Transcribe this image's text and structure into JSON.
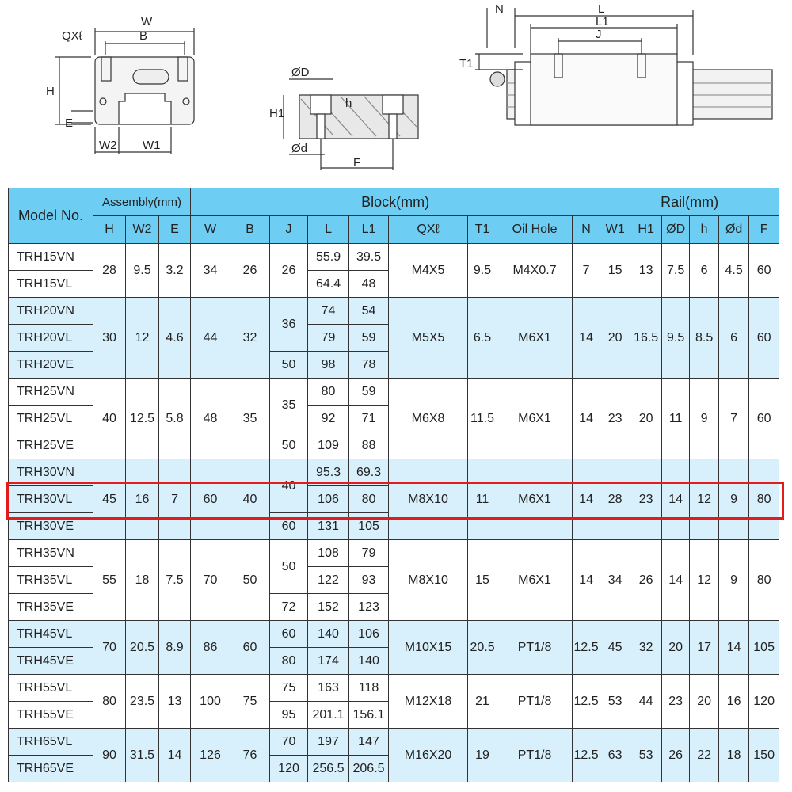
{
  "drawing_labels": {
    "W": "W",
    "B": "B",
    "QXl": "QXℓ",
    "H": "H",
    "E": "E",
    "W2": "W2",
    "W1": "W1",
    "OD": "ØD",
    "H1": "H1",
    "h": "h",
    "Od": "Ød",
    "F": "F",
    "N": "N",
    "L": "L",
    "L1": "L1",
    "J": "J",
    "T1": "T1"
  },
  "table": {
    "model_header": "Model No.",
    "groups": [
      "Assembly(mm)",
      "Block(mm)",
      "Rail(mm)"
    ],
    "columns": [
      "H",
      "W2",
      "E",
      "W",
      "B",
      "J",
      "L",
      "L1",
      "QXℓ",
      "T1",
      "Oil Hole",
      "N",
      "W1",
      "H1",
      "ØD",
      "h",
      "Ød",
      "F"
    ],
    "highlight_color": "#e21b1b",
    "series": [
      {
        "models": [
          "TRH15VN",
          "TRH15VL"
        ],
        "H": "28",
        "W2": "9.5",
        "E": "3.2",
        "W": "34",
        "B": "26",
        "J": [
          [
            "26",
            2
          ]
        ],
        "L": [
          "55.9",
          "64.4"
        ],
        "L1": [
          "39.5",
          "48"
        ],
        "QXl": "M4X5",
        "T1": "9.5",
        "oil": "M4X0.7",
        "N": "7",
        "W1": "15",
        "H1": "13",
        "OD": "7.5",
        "h": "6",
        "Od": "4.5",
        "F": "60"
      },
      {
        "models": [
          "TRH20VN",
          "TRH20VL",
          "TRH20VE"
        ],
        "H": "30",
        "W2": "12",
        "E": "4.6",
        "W": "44",
        "B": "32",
        "J": [
          [
            "36",
            2
          ],
          [
            "50",
            1
          ]
        ],
        "L": [
          "74",
          "79",
          "98"
        ],
        "L1": [
          "54",
          "59",
          "78"
        ],
        "QXl": "M5X5",
        "T1": "6.5",
        "oil": "M6X1",
        "N": "14",
        "W1": "20",
        "H1": "16.5",
        "OD": "9.5",
        "h": "8.5",
        "Od": "6",
        "F": "60"
      },
      {
        "models": [
          "TRH25VN",
          "TRH25VL",
          "TRH25VE"
        ],
        "H": "40",
        "W2": "12.5",
        "E": "5.8",
        "W": "48",
        "B": "35",
        "J": [
          [
            "35",
            2
          ],
          [
            "50",
            1
          ]
        ],
        "L": [
          "80",
          "92",
          "109"
        ],
        "L1": [
          "59",
          "71",
          "88"
        ],
        "QXl": "M6X8",
        "T1": "11.5",
        "oil": "M6X1",
        "N": "14",
        "W1": "23",
        "H1": "20",
        "OD": "11",
        "h": "9",
        "Od": "7",
        "F": "60"
      },
      {
        "models": [
          "TRH30VN",
          "TRH30VL",
          "TRH30VE"
        ],
        "H": "45",
        "W2": "16",
        "E": "7",
        "W": "60",
        "B": "40",
        "J": [
          [
            "40",
            2
          ],
          [
            "60",
            1
          ]
        ],
        "L": [
          "95.3",
          "106",
          "131"
        ],
        "L1": [
          "69.3",
          "80",
          "105"
        ],
        "QXl": "M8X10",
        "T1": "11",
        "oil": "M6X1",
        "N": "14",
        "W1": "28",
        "H1": "23",
        "OD": "14",
        "h": "12",
        "Od": "9",
        "F": "80",
        "highlight": "TRH30VL"
      },
      {
        "models": [
          "TRH35VN",
          "TRH35VL",
          "TRH35VE"
        ],
        "H": "55",
        "W2": "18",
        "E": "7.5",
        "W": "70",
        "B": "50",
        "J": [
          [
            "50",
            2
          ],
          [
            "72",
            1
          ]
        ],
        "L": [
          "108",
          "122",
          "152"
        ],
        "L1": [
          "79",
          "93",
          "123"
        ],
        "QXl": "M8X10",
        "T1": "15",
        "oil": "M6X1",
        "N": "14",
        "W1": "34",
        "H1": "26",
        "OD": "14",
        "h": "12",
        "Od": "9",
        "F": "80"
      },
      {
        "models": [
          "TRH45VL",
          "TRH45VE"
        ],
        "H": "70",
        "W2": "20.5",
        "E": "8.9",
        "W": "86",
        "B": "60",
        "J": [
          [
            "60",
            1
          ],
          [
            "80",
            1
          ]
        ],
        "L": [
          "140",
          "174"
        ],
        "L1": [
          "106",
          "140"
        ],
        "QXl": "M10X15",
        "T1": "20.5",
        "oil": "PT1/8",
        "N": "12.5",
        "W1": "45",
        "H1": "32",
        "OD": "20",
        "h": "17",
        "Od": "14",
        "F": "105"
      },
      {
        "models": [
          "TRH55VL",
          "TRH55VE"
        ],
        "H": "80",
        "W2": "23.5",
        "E": "13",
        "W": "100",
        "B": "75",
        "J": [
          [
            "75",
            1
          ],
          [
            "95",
            1
          ]
        ],
        "L": [
          "163",
          "201.1"
        ],
        "L1": [
          "118",
          "156.1"
        ],
        "QXl": "M12X18",
        "T1": "21",
        "oil": "PT1/8",
        "N": "12.5",
        "W1": "53",
        "H1": "44",
        "OD": "23",
        "h": "20",
        "Od": "16",
        "F": "120"
      },
      {
        "models": [
          "TRH65VL",
          "TRH65VE"
        ],
        "H": "90",
        "W2": "31.5",
        "E": "14",
        "W": "126",
        "B": "76",
        "J": [
          [
            "70",
            1
          ],
          [
            "120",
            1
          ]
        ],
        "L": [
          "197",
          "256.5"
        ],
        "L1": [
          "147",
          "206.5"
        ],
        "QXl": "M16X20",
        "T1": "19",
        "oil": "PT1/8",
        "N": "12.5",
        "W1": "63",
        "H1": "53",
        "OD": "26",
        "h": "22",
        "Od": "18",
        "F": "150"
      }
    ]
  }
}
